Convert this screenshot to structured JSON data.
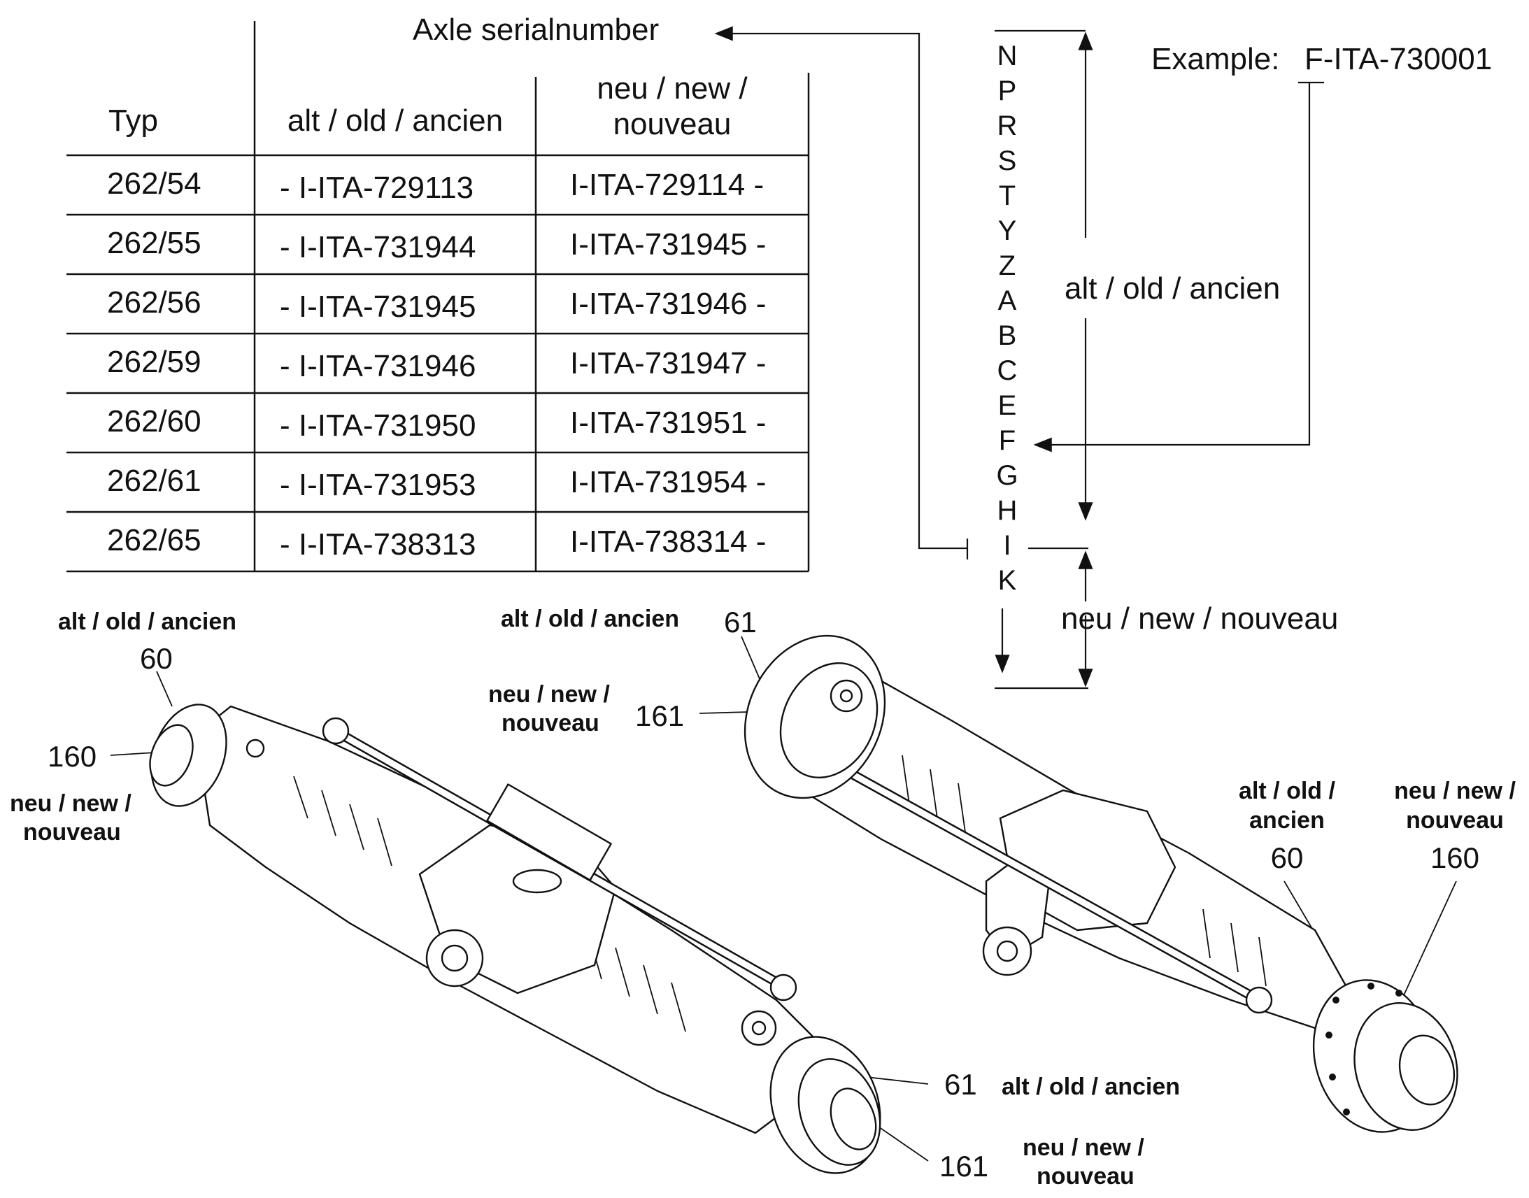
{
  "table": {
    "caption": "Axle serialnumber",
    "col_typ": "Typ",
    "col_old": "alt / old / ancien",
    "col_new_line1": "neu / new /",
    "col_new_line2": "nouveau",
    "rows": [
      {
        "typ": "262/54",
        "old": "- I-ITA-729113",
        "new": "I-ITA-729114 -"
      },
      {
        "typ": "262/55",
        "old": "- I-ITA-731944",
        "new": "I-ITA-731945 -"
      },
      {
        "typ": "262/56",
        "old": "- I-ITA-731945",
        "new": "I-ITA-731946 -"
      },
      {
        "typ": "262/59",
        "old": "- I-ITA-731946",
        "new": "I-ITA-731947 -"
      },
      {
        "typ": "262/60",
        "old": "- I-ITA-731950",
        "new": "I-ITA-731951 -"
      },
      {
        "typ": "262/61",
        "old": "- I-ITA-731953",
        "new": "I-ITA-731954 -"
      },
      {
        "typ": "262/65",
        "old": "- I-ITA-738313",
        "new": "I-ITA-738314 -"
      }
    ]
  },
  "legend": {
    "example_label": "Example:",
    "example_value": "F-ITA-730001",
    "letters": [
      "N",
      "P",
      "R",
      "S",
      "T",
      "Y",
      "Z",
      "A",
      "B",
      "C",
      "E",
      "F",
      "G",
      "H",
      "I",
      "K"
    ],
    "old_label": "alt / old / ancien",
    "new_label": "neu / new / nouveau"
  },
  "callouts": {
    "old": "alt / old / ancien",
    "old_line1": "alt / old /",
    "old_line2": "ancien",
    "new_line1": "neu / new /",
    "new_line2": "nouveau",
    "part_60": "60",
    "part_160": "160",
    "part_61": "61",
    "part_161": "161"
  }
}
